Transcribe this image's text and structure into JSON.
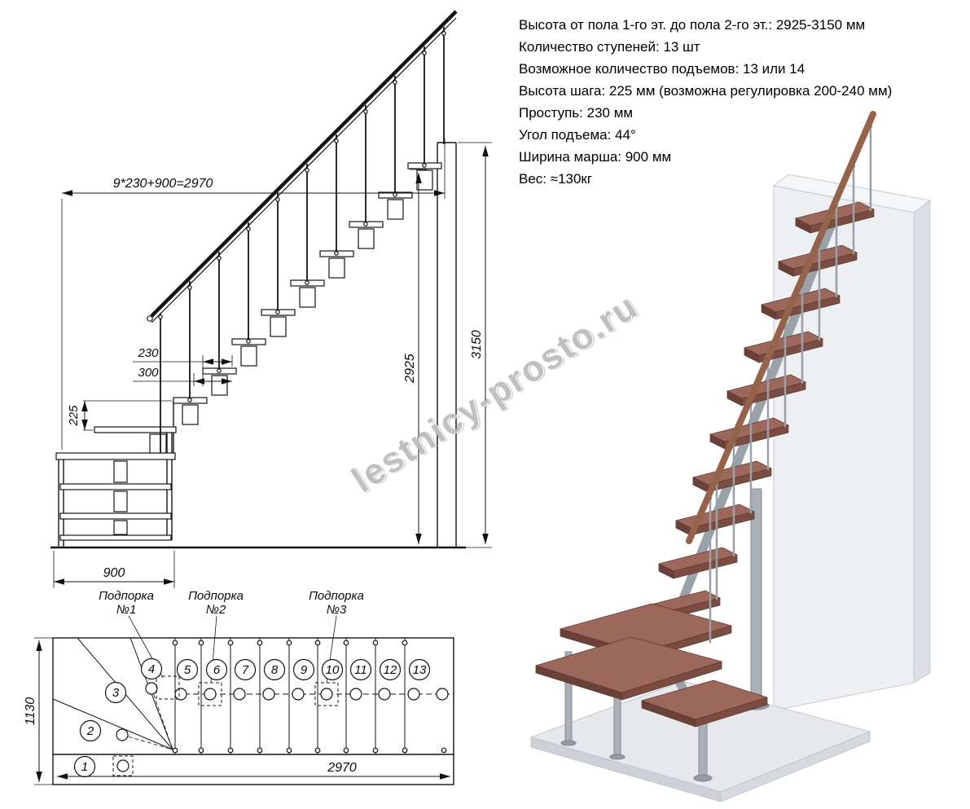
{
  "specs": {
    "lines": [
      "Высота от пола 1-го эт. до пола 2-го эт.: 2925-3150 мм",
      "Количество ступеней: 13 шт",
      "Возможное количество подъемов: 13 или 14",
      "Высота шага: 225 мм (возможна регулировка 200-240 мм)",
      "Проступь: 230 мм",
      "Угол подъема: 44°",
      "Ширина марша: 900 мм",
      "Вес: ≈130кг"
    ]
  },
  "watermark": {
    "text": "lestnicy-prosto.ru"
  },
  "elevation": {
    "dim_total_run": "9*230+900=2970",
    "dim_total_height": "3150",
    "dim_flight_height": "2925",
    "dim_tread_depth": "230",
    "dim_module_length": "300",
    "dim_step_height": "225",
    "dim_entry_width": "900"
  },
  "plan": {
    "dim_width": "1130",
    "dim_length": "2970",
    "steps": [
      "1",
      "2",
      "3",
      "4",
      "5",
      "6",
      "7",
      "8",
      "9",
      "10",
      "11",
      "12",
      "13"
    ],
    "supports": [
      {
        "line1": "Подпорка",
        "line2": "№1"
      },
      {
        "line1": "Подпорка",
        "line2": "№2"
      },
      {
        "line1": "Подпорка",
        "line2": "№3"
      }
    ]
  },
  "colors": {
    "line": "#141414",
    "wood": "#9c685c",
    "wood_dark": "#7a4c42",
    "rail": "#956349",
    "metal": "#9aa0a8",
    "wall": "#edeff2",
    "floor": "#e6e8ec"
  }
}
